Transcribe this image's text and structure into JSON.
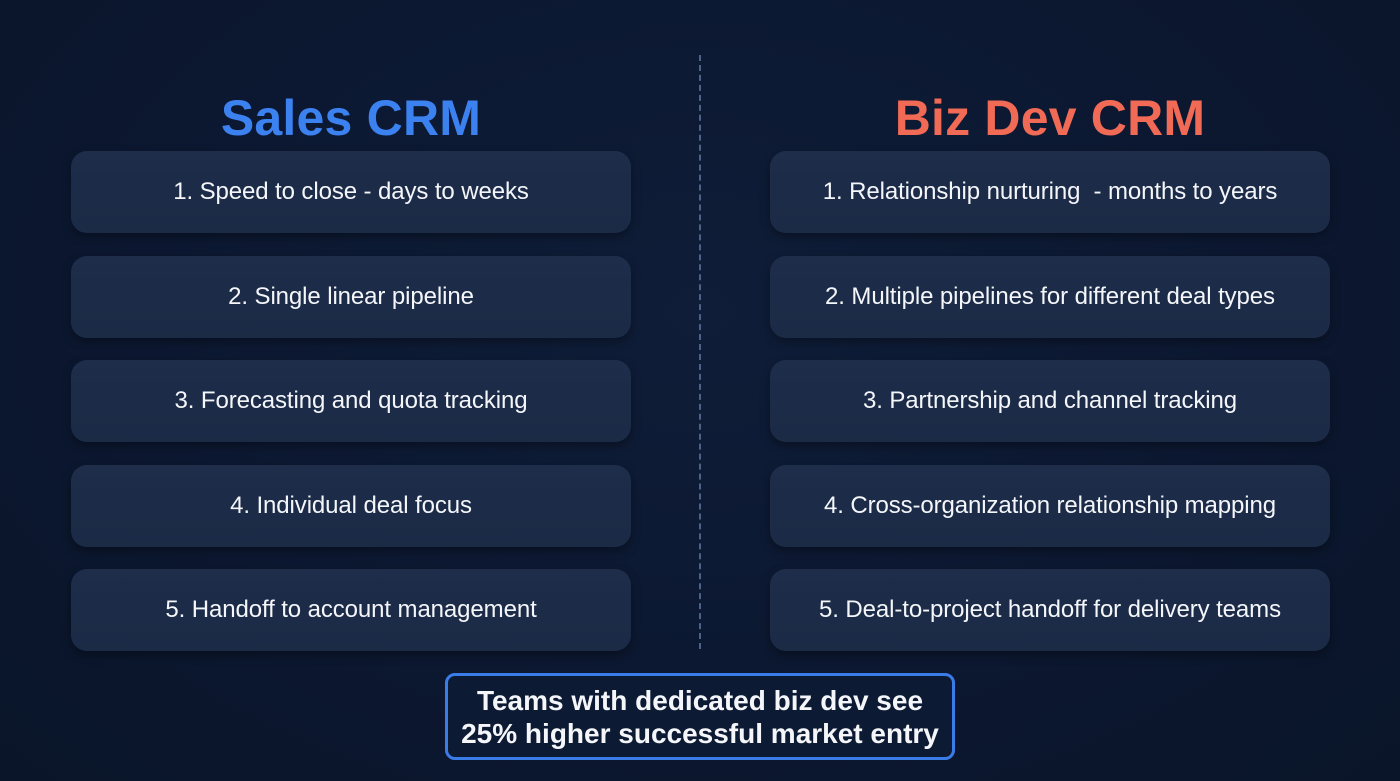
{
  "colors": {
    "background": "#0c1831",
    "card_background": "#1c2b47",
    "sales_accent": "#3b82f0",
    "bizdev_accent": "#f06a55",
    "callout_border": "#3b7de8",
    "divider": "#4d6288",
    "text": "#f4f6fa"
  },
  "sales": {
    "title": "Sales CRM",
    "items": [
      {
        "label": "1. Speed to close - days to weeks"
      },
      {
        "label": "2. Single linear pipeline"
      },
      {
        "label": "3. Forecasting and quota tracking"
      },
      {
        "label": "4. Individual deal focus"
      },
      {
        "label": "5. Handoff to account management"
      }
    ]
  },
  "bizdev": {
    "title": "Biz Dev CRM",
    "items": [
      {
        "label": "1. Relationship nurturing  - months to years"
      },
      {
        "label": "2. Multiple pipelines for different deal types"
      },
      {
        "label": "3. Partnership and channel tracking"
      },
      {
        "label": "4. Cross-organization relationship mapping"
      },
      {
        "label": "5. Deal-to-project handoff for delivery teams"
      }
    ]
  },
  "callout": {
    "line1": "Teams with dedicated biz dev see",
    "line2": "25% higher successful market entry"
  }
}
